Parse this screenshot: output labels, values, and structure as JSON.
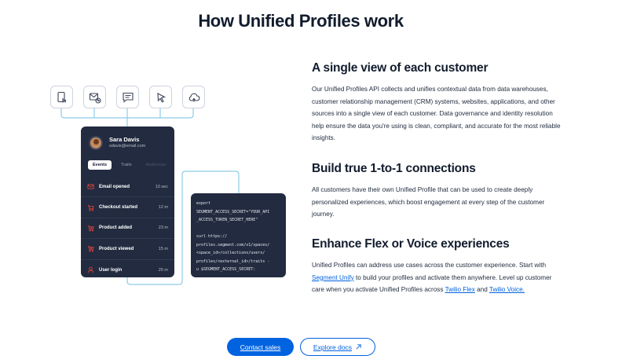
{
  "page": {
    "title": "How Unified Profiles work"
  },
  "illustration": {
    "source_icons": [
      "mobile-touch-icon",
      "email-send-icon",
      "chat-icon",
      "cursor-click-icon",
      "cloud-icon"
    ],
    "profile_card": {
      "name": "Sara Davis",
      "email": "sdavis@email.com",
      "tabs": [
        {
          "label": "Events",
          "active": true
        },
        {
          "label": "Traits",
          "active": false
        },
        {
          "label": "Audiences",
          "active": false
        }
      ],
      "events": [
        {
          "name": "Email opened",
          "time": "10 sec",
          "icon": "email-icon"
        },
        {
          "name": "Checkout started",
          "time": "12 m",
          "icon": "cart-icon"
        },
        {
          "name": "Product added",
          "time": "23 m",
          "icon": "cart-plus-icon"
        },
        {
          "name": "Product viewed",
          "time": "15 m",
          "icon": "cart-view-icon"
        },
        {
          "name": "User login",
          "time": "25 m",
          "icon": "user-icon"
        }
      ]
    },
    "code_card": {
      "code": "export\nSEGMENT_ACCESS_SECRET=\"YOUR_API\n_ACCESS_TOKEN_SECRET_HERE\"\n\ncurl https://\nprofiles.segment.com/v1/spaces/\n<space_id>/collections/users/\nprofiles/<external_id>/traits -\nu $SEGMENT_ACCESS_SECRET:"
    },
    "accent_color": "#e0413c",
    "connector_color": "#8ecbe8"
  },
  "sections": [
    {
      "title": "A single view of each customer",
      "body": "Our Unified Profiles API collects and unifies contextual data from data warehouses, customer relationship management (CRM) systems, websites, applications, and other sources into a single view of each customer. Data governance and identity resolution help ensure the data you're using is clean, compliant, and accurate for the most reliable insights."
    },
    {
      "title": "Build true 1-to-1 connections",
      "body": "All customers have their own Unified Profile that can be used to create deeply personalized experiences, which boost engagement at every step of the customer journey."
    },
    {
      "title": "Enhance Flex or Voice experiences",
      "body_parts": {
        "p1": "Unified Profiles can address use cases across the customer experience. Start with ",
        "link1": "Segment Unify",
        "p2": " to build your profiles and activate them anywhere. Level up customer care when you activate Unified Profiles across ",
        "link2": "Twilio Flex",
        "p3": " and ",
        "link3": "Twilio Voice."
      }
    }
  ],
  "buttons": {
    "primary": "Contact sales",
    "secondary": "Explore docs"
  },
  "colors": {
    "brand_blue": "#0263e0",
    "heading": "#121c2d",
    "card_bg": "#222b3f"
  }
}
